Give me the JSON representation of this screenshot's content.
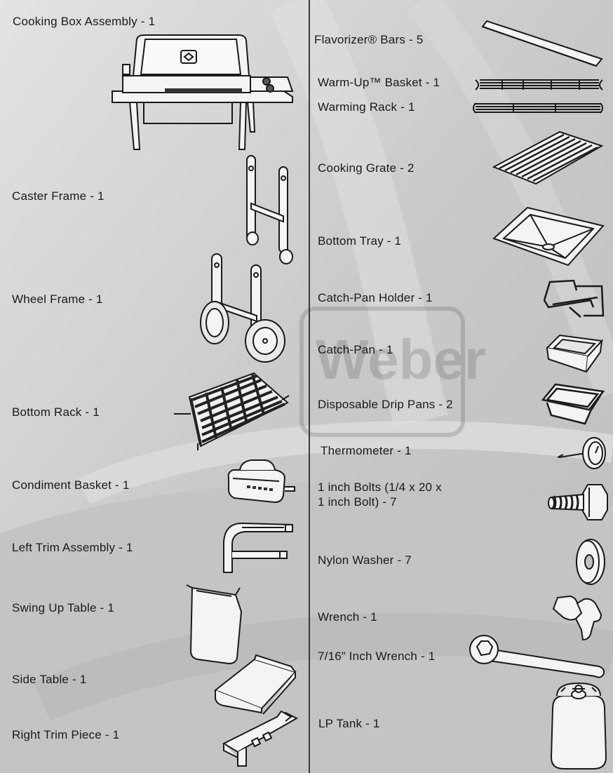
{
  "left_parts": [
    {
      "label": "Cooking Box Assembly - 1",
      "icon": "grill-icon"
    },
    {
      "label": "Caster Frame - 1",
      "icon": "caster-frame-icon"
    },
    {
      "label": "Wheel Frame - 1",
      "icon": "wheel-frame-icon"
    },
    {
      "label": "Bottom Rack - 1",
      "icon": "bottom-rack-icon"
    },
    {
      "label": "Condiment Basket - 1",
      "icon": "condiment-basket-icon"
    },
    {
      "label": "Left Trim Assembly - 1",
      "icon": "left-trim-icon"
    },
    {
      "label": "Swing Up Table - 1",
      "icon": "swing-table-icon"
    },
    {
      "label": "Side Table - 1",
      "icon": "side-table-icon"
    },
    {
      "label": "Right Trim Piece - 1",
      "icon": "right-trim-icon"
    }
  ],
  "right_parts": [
    {
      "label": "Flavorizer® Bars - 5",
      "icon": "flavorizer-bar-icon"
    },
    {
      "label": "Warm-Up™ Basket - 1",
      "icon": "warm-up-basket-icon"
    },
    {
      "label": "Warming Rack - 1",
      "icon": "warming-rack-icon"
    },
    {
      "label": "Cooking Grate - 2",
      "icon": "cooking-grate-icon"
    },
    {
      "label": "Bottom Tray - 1",
      "icon": "bottom-tray-icon"
    },
    {
      "label": "Catch-Pan Holder - 1",
      "icon": "catch-pan-holder-icon"
    },
    {
      "label": "Catch-Pan - 1",
      "icon": "catch-pan-icon"
    },
    {
      "label": "Disposable Drip Pans - 2",
      "icon": "drip-pan-icon"
    },
    {
      "label": "Thermometer - 1",
      "icon": "thermometer-icon"
    },
    {
      "label_lines": [
        "1 inch Bolts (1/4 x 20 x",
        "1 inch Bolt) - 7"
      ],
      "icon": "bolt-icon"
    },
    {
      "label": "Nylon Washer - 7",
      "icon": "washer-icon"
    },
    {
      "label": "Wrench - 1",
      "icon": "wrench-icon"
    },
    {
      "label": "7/16” Inch Wrench - 1",
      "icon": "open-wrench-icon"
    },
    {
      "label": "LP Tank - 1",
      "icon": "lp-tank-icon"
    }
  ],
  "logo_text": "Weber",
  "colors": {
    "background": "#cfcfcf",
    "line": "#1a1a1a",
    "divider": "#3a3a3a"
  }
}
